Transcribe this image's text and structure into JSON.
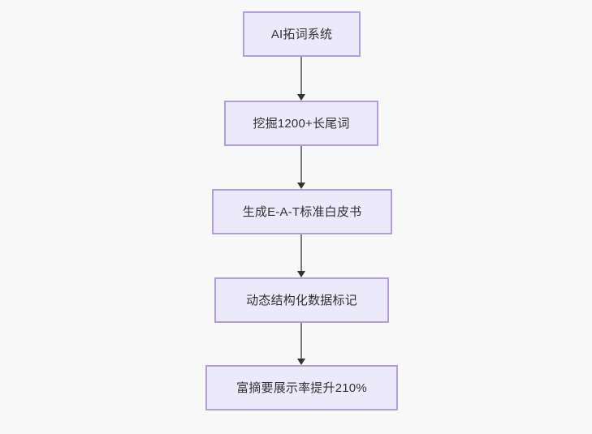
{
  "diagram": {
    "type": "flowchart",
    "orientation": "top-to-bottom",
    "background_color": "#f8f8f8",
    "node_fill_color": "#ece9fb",
    "node_border_color": "#b39ddb",
    "node_text_color": "#333333",
    "edge_color": "#7b7b7b",
    "arrowhead_color": "#333333",
    "nodes": [
      {
        "id": "n0",
        "label": "AI拓词系统"
      },
      {
        "id": "n1",
        "label": "挖掘1200+长尾词"
      },
      {
        "id": "n2",
        "label": "生成E-A-T标准白皮书"
      },
      {
        "id": "n3",
        "label": "动态结构化数据标记"
      },
      {
        "id": "n4",
        "label": "富摘要展示率提升210%"
      }
    ],
    "edges": [
      {
        "id": "e0",
        "from": "n0",
        "to": "n1",
        "label": ""
      },
      {
        "id": "e1",
        "from": "n1",
        "to": "n2",
        "label": ""
      },
      {
        "id": "e2",
        "from": "n2",
        "to": "n3",
        "label": ""
      },
      {
        "id": "e3",
        "from": "n3",
        "to": "n4",
        "label": ""
      }
    ]
  }
}
